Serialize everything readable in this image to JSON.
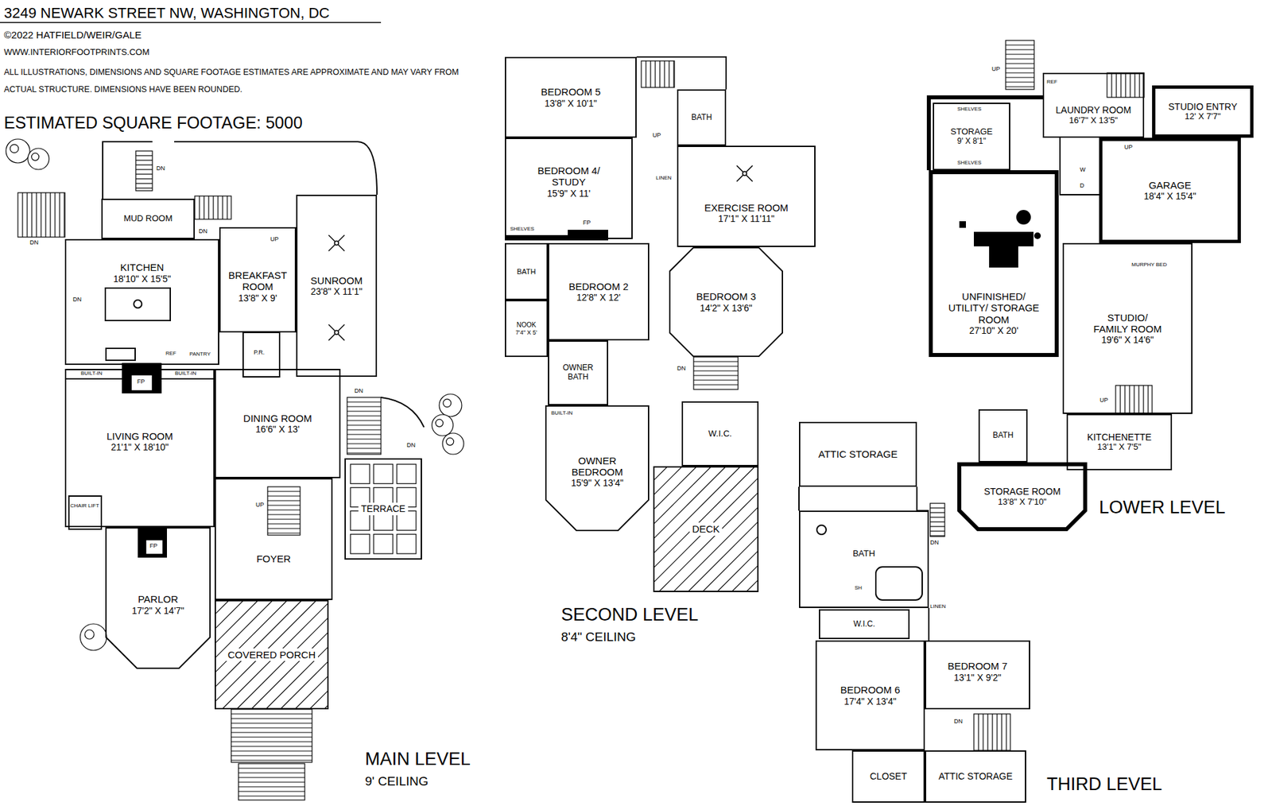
{
  "diagram": {
    "title": "3249 NEWARK STREET NW, WASHINGTON, DC",
    "nodes": [
      {
        "text": [
          "MUD ROOM"
        ]
      },
      {
        "text": [
          "KITCHEN",
          "18'10\" X 15'5\""
        ]
      },
      {
        "text": [
          "BREAKFAST ROOM",
          "13'8\" X 9'"
        ]
      },
      {
        "text": [
          "SUNROOM",
          "23'8\" X 11'1\""
        ]
      },
      {
        "text": [
          "LIVING ROOM",
          "21'1\" X 18'10\""
        ]
      },
      {
        "text": [
          "DINING ROOM",
          "16'6\" X 13'"
        ]
      },
      {
        "text": [
          "PARLOR",
          "17'2\" X 14'7\""
        ]
      },
      {
        "text": [
          "FOYER"
        ]
      },
      {
        "text": [
          "COVERED PORCH"
        ]
      },
      {
        "text": [
          "TERRACE"
        ]
      },
      {
        "text": [
          "BEDROOM 5",
          "13'8\" X 10'1\""
        ]
      },
      {
        "text": [
          "BEDROOM 4/ STUDY",
          "15'9\" X 11'"
        ]
      },
      {
        "text": [
          "BATH"
        ]
      },
      {
        "text": [
          "NOOK",
          "7'4\" X 5'"
        ]
      },
      {
        "text": [
          "BEDROOM 2",
          "12'8\" X 12'"
        ]
      },
      {
        "text": [
          "OWNER BATH"
        ]
      },
      {
        "text": [
          "OWNER BEDROOM",
          "15'9\" X 13'4\""
        ]
      },
      {
        "text": [
          "BATH"
        ]
      },
      {
        "text": [
          "EXERCISE ROOM",
          "17'1\" X 11'11\""
        ]
      },
      {
        "text": [
          "BEDROOM 3",
          "14'2\" X 13'6\""
        ]
      },
      {
        "text": [
          "W.I.C."
        ]
      },
      {
        "text": [
          "DECK"
        ]
      },
      {
        "text": [
          "ATTIC STORAGE"
        ]
      },
      {
        "text": [
          "BATH"
        ]
      },
      {
        "text": [
          "W.I.C."
        ]
      },
      {
        "text": [
          "BEDROOM 6",
          "17'4\" X 13'4\""
        ]
      },
      {
        "text": [
          "BEDROOM 7",
          "13'1\" X 9'2\""
        ]
      },
      {
        "text": [
          "CLOSET"
        ]
      },
      {
        "text": [
          "ATTIC STORAGE"
        ]
      },
      {
        "text": [
          "STORAGE",
          "9' X 8'1\""
        ]
      },
      {
        "text": [
          "LAUNDRY ROOM",
          "16'7\" X 13'5\""
        ]
      },
      {
        "text": [
          "STUDIO ENTRY",
          "12' X 7'7\""
        ]
      },
      {
        "text": [
          "GARAGE",
          "18'4\" X 15'4\""
        ]
      },
      {
        "text": [
          "UNFINISHED/ UTILITY/ STORAGE ROOM",
          "27'10\" X 20'"
        ]
      },
      {
        "text": [
          "STUDIO/ FAMILY ROOM",
          "19'6\" X 14'6\""
        ]
      },
      {
        "text": [
          "BATH"
        ]
      },
      {
        "text": [
          "KITCHENETTE",
          "13'1\" X 7'5\""
        ]
      },
      {
        "text": [
          "STORAGE ROOM",
          "13'8\" X 7'10\""
        ]
      }
    ],
    "labels": [
      "©2022 HATFIELD/WEIR/GALE",
      "WWW.INTERIORFOOTPRINTS.COM",
      "ALL ILLUSTRATIONS, DIMENSIONS AND SQUARE FOOTAGE ESTIMATES ARE APPROXIMATE AND MAY VARY FROM ACTUAL STRUCTURE. DIMENSIONS HAVE BEEN ROUNDED.",
      "ESTIMATED SQUARE FOOTAGE: 5000",
      "DN",
      "DN",
      "DN",
      "UP",
      "DN",
      "REF",
      "PANTRY",
      "P.R.",
      "BUILT-IN",
      "FP",
      "BUILT-IN",
      "DN",
      "DN",
      "CHAIR LIFT",
      "UP",
      "FP",
      "MAIN LEVEL",
      "9' CEILING",
      "UP",
      "LINEN",
      "SHELVES",
      "FP",
      "BUILT-IN",
      "DN",
      "SECOND LEVEL",
      "8'4\" CEILING",
      "SH",
      "DN",
      "LINEN",
      "DN",
      "THIRD LEVEL",
      "UP",
      "REF",
      "SHELVES",
      "SHELVES",
      "W",
      "D",
      "UP",
      "MURPHY BED",
      "UP",
      "LOWER LEVEL"
    ]
  }
}
